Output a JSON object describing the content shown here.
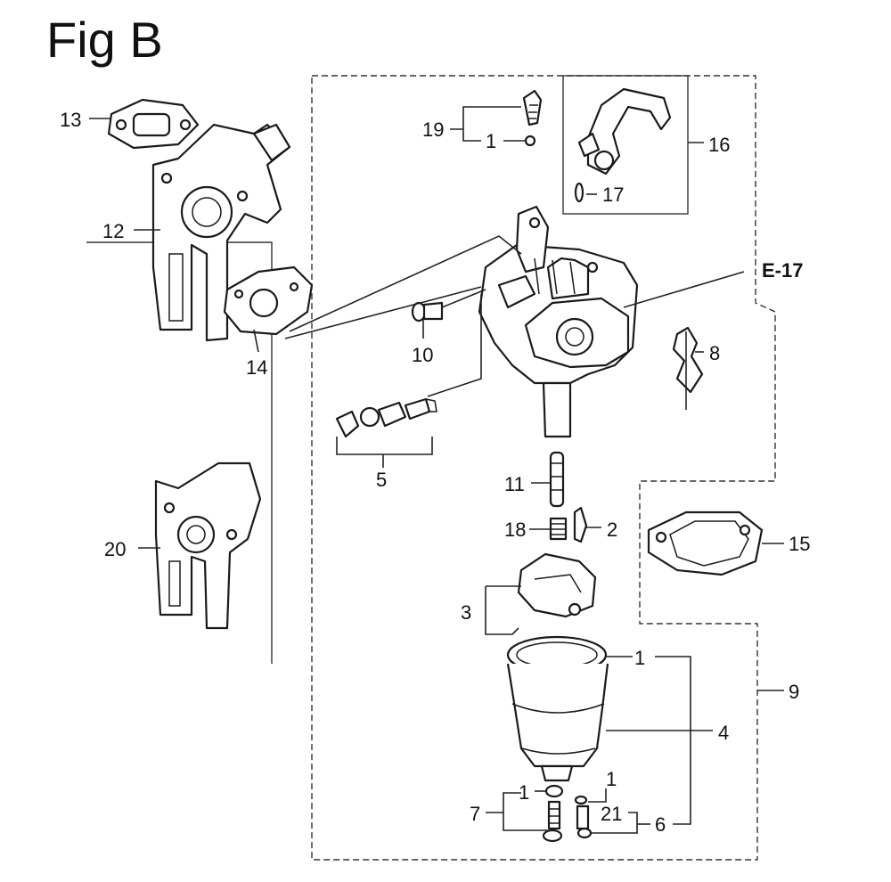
{
  "title": "Fig B",
  "callouts": {
    "p1a": "1",
    "p1b": "1",
    "p1c": "1",
    "p1d": "1",
    "p2": "2",
    "p3": "3",
    "p4": "4",
    "p5": "5",
    "p6": "6",
    "p7": "7",
    "p8": "8",
    "p9": "9",
    "p10": "10",
    "p11": "11",
    "p12": "12",
    "p13": "13",
    "p14": "14",
    "p15": "15",
    "p16": "16",
    "p17": "17",
    "p18": "18",
    "p19": "19",
    "p20": "20",
    "p21": "21"
  },
  "reference": "E-17"
}
